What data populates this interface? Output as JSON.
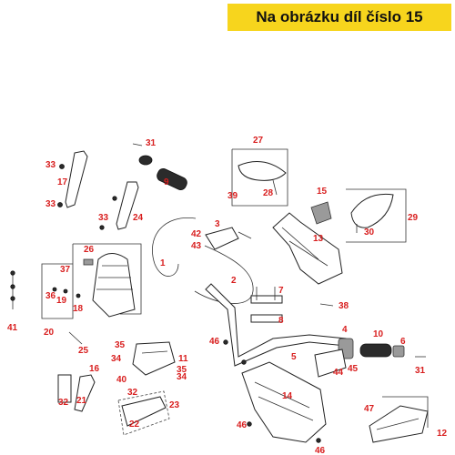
{
  "banner": {
    "text": "Na obrázku díl číslo 15",
    "bg": "#f7d51d"
  },
  "label_color": "#d81e1e",
  "labels": [
    "31",
    "9",
    "27",
    "33",
    "17",
    "33",
    "24",
    "33",
    "39",
    "28",
    "15",
    "3",
    "29",
    "42",
    "43",
    "13",
    "30",
    "26",
    "37",
    "36",
    "19",
    "18",
    "41",
    "1",
    "2",
    "8",
    "38",
    "20",
    "25",
    "7",
    "10",
    "4",
    "6",
    "46",
    "5",
    "35",
    "34",
    "11",
    "40",
    "35",
    "34",
    "31",
    "44",
    "45",
    "14",
    "16",
    "32",
    "21",
    "32",
    "22",
    "23",
    "46",
    "47",
    "12",
    "46"
  ]
}
